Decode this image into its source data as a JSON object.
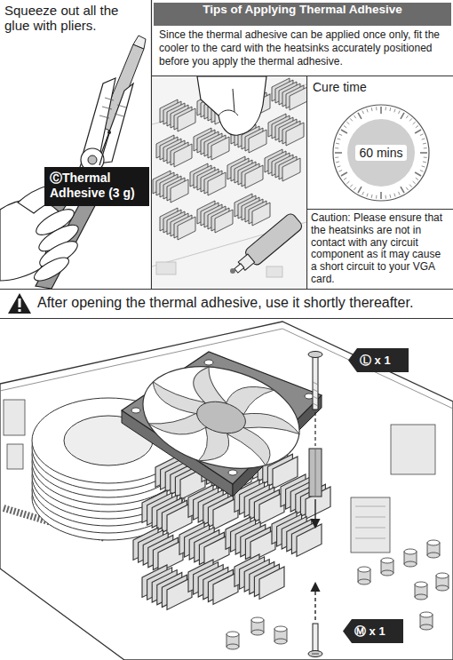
{
  "diagram": {
    "nodes": [
      {
        "text": [
          "Squeeze out all the glue with pliers."
        ]
      },
      {
        "text": [
          "ⒸThermal Adhesive (3 g)"
        ],
        "in": 0
      },
      {
        "text": [
          "Since the thermal adhesive can be applied once only, fit the cooler to the card with the heatsinks accurately positioned before you apply the thermal adhesive."
        ]
      },
      {
        "text": [
          "Tips of Applying Thermal Adhesive"
        ],
        "in": 2
      },
      {
        "text": [
          "Cure time"
        ]
      },
      {
        "text": [
          "60 mins"
        ],
        "in": 4
      },
      {
        "text": [
          "Caution: Please ensure that the heatsinks are not in contact with any circuit component as it may cause a short circuit to your VGA card."
        ]
      },
      {
        "text": [
          "Ⓛ x 1"
        ]
      },
      {
        "text": [
          "Ⓜ x 1"
        ]
      }
    ],
    "labels": [
      "After opening the thermal adhesive, use it shortly thereafter."
    ]
  }
}
